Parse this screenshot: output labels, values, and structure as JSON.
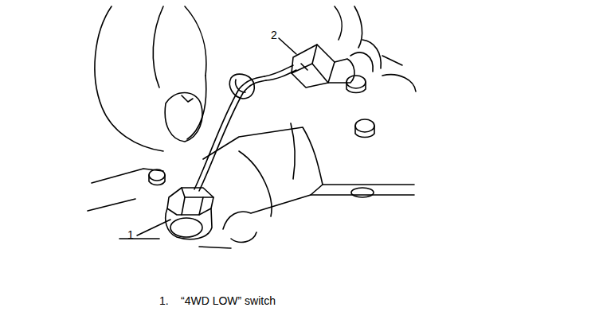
{
  "diagram": {
    "labels": [
      "1",
      "2",
      "1.",
      "“4WD LOW” switch"
    ]
  }
}
